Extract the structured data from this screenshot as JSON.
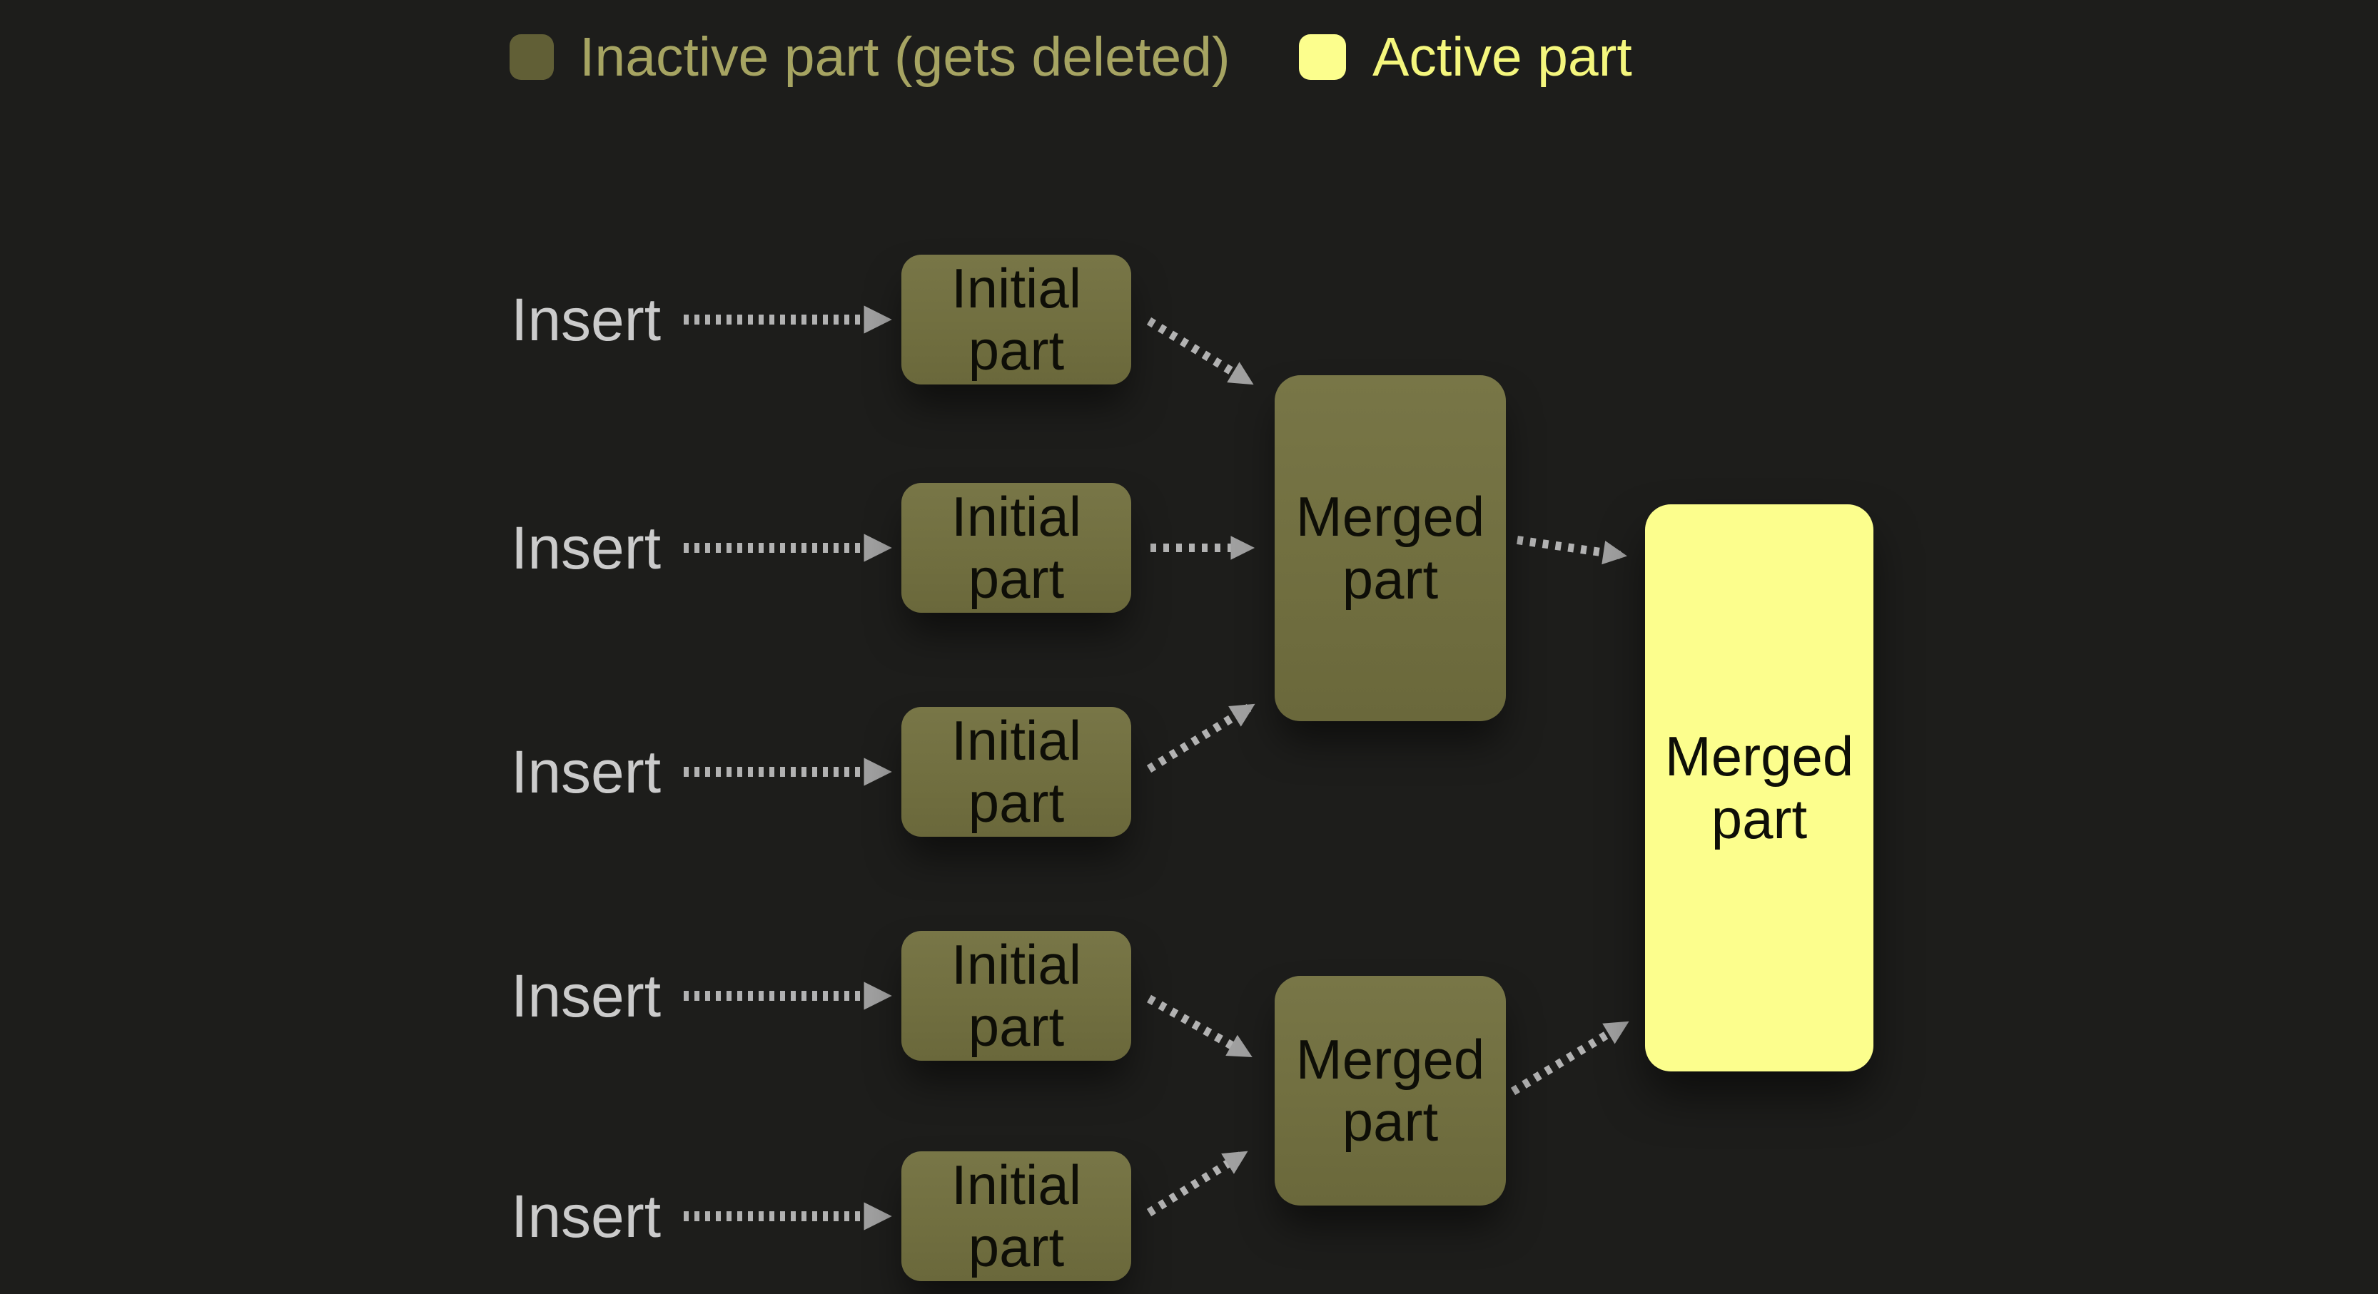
{
  "legend": {
    "items": [
      {
        "id": "inactive",
        "label": "Inactive part (gets deleted)"
      },
      {
        "id": "active",
        "label": "Active part"
      }
    ]
  },
  "rows": [
    {
      "insert": "Insert",
      "box": "Initial part"
    },
    {
      "insert": "Insert",
      "box": "Initial part"
    },
    {
      "insert": "Insert",
      "box": "Initial part"
    },
    {
      "insert": "Insert",
      "box": "Initial part"
    },
    {
      "insert": "Insert",
      "box": "Initial part"
    }
  ],
  "merged": [
    {
      "label": "Merged part"
    },
    {
      "label": "Merged part"
    }
  ],
  "final": {
    "label": "Merged part"
  },
  "colors": {
    "background": "#1d1d1b",
    "inactive_box": "#716f40",
    "inactive_swatch": "#615f36",
    "active_box": "#fcfe8d",
    "inactive_text": "#a6a462",
    "active_text": "#f4f67d",
    "insert_text": "#cbcbcb",
    "arrow": "#b2b2b2",
    "arrow_head": "#a0a0a0",
    "box_label": "#0e0e07"
  }
}
